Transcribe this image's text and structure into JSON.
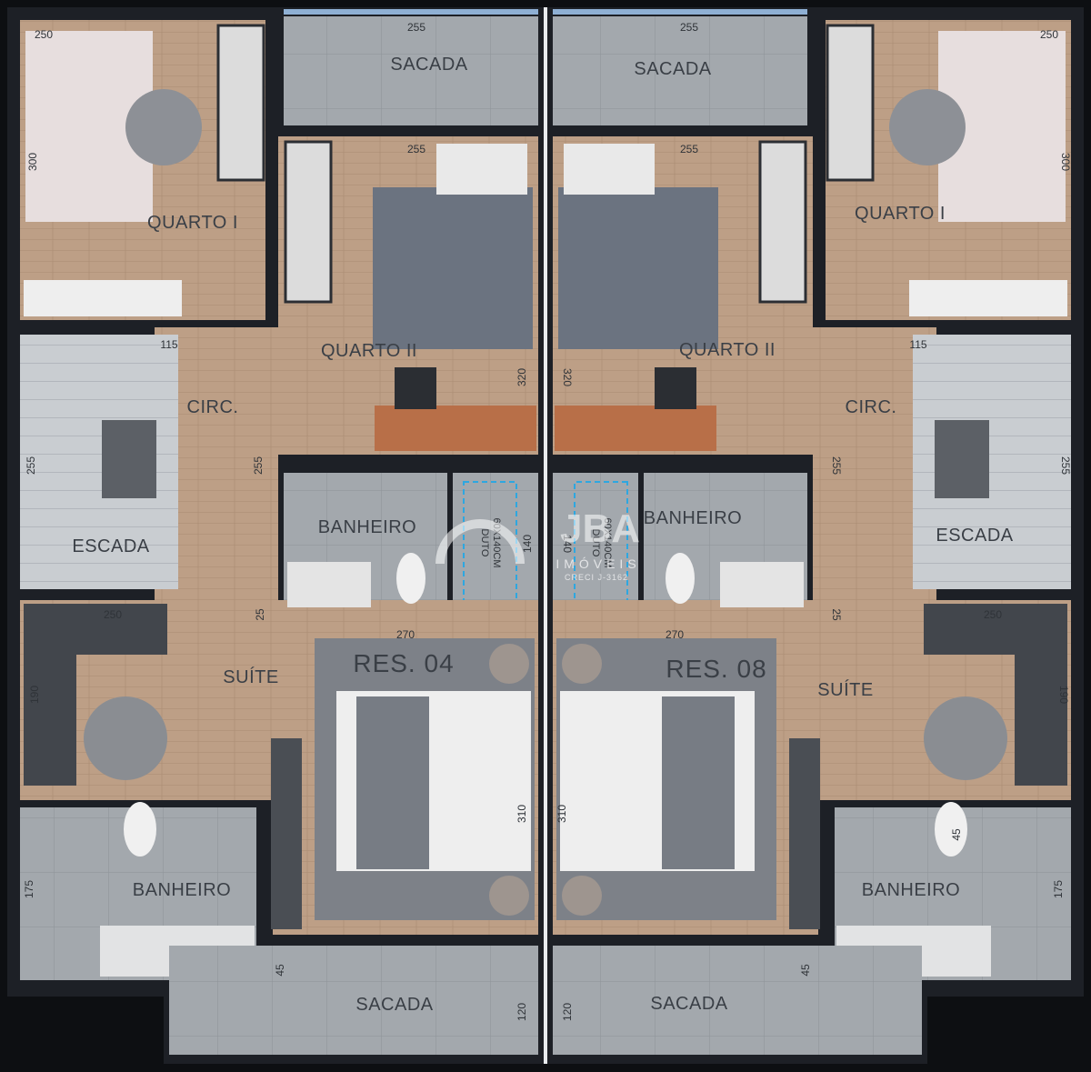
{
  "units": {
    "left": "RES. 04",
    "right": "RES. 08"
  },
  "rooms": {
    "sacada": "SACADA",
    "quarto_i": "QUARTO I",
    "quarto_ii": "QUARTO II",
    "circ": "CIRC.",
    "escada": "ESCADA",
    "banheiro": "BANHEIRO",
    "suite": "SUÍTE"
  },
  "dimensions": {
    "d250": "250",
    "d255": "255",
    "d300": "300",
    "d320": "320",
    "d115": "115",
    "d140": "140",
    "d25": "25",
    "d270": "270",
    "d190": "190",
    "d310": "310",
    "d175": "175",
    "d45": "45",
    "d120": "120"
  },
  "duto": {
    "line1": "DUTO",
    "line2": "60X140CM"
  },
  "watermark": {
    "logo": "JBA",
    "subtitle": "IMÓVEIS",
    "creci": "CRECI J-3162"
  },
  "colors": {
    "wall": "#1d2026",
    "floor_wood": "#b89a80",
    "tile": "#9ea3a8",
    "accent_window": "#8fb0d4",
    "watermark": "#ffffff"
  }
}
